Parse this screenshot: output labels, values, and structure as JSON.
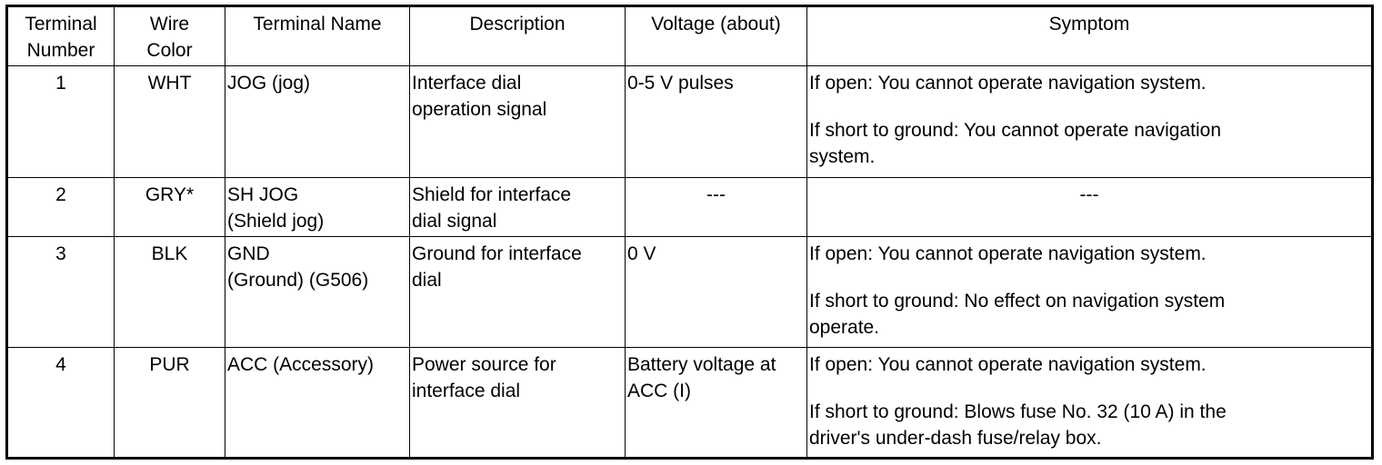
{
  "table": {
    "headers": [
      {
        "line1": "Terminal",
        "line2": "Number"
      },
      {
        "line1": "Wire",
        "line2": "Color"
      },
      {
        "line1": "Terminal Name",
        "line2": ""
      },
      {
        "line1": "Description",
        "line2": ""
      },
      {
        "line1": "Voltage (about)",
        "line2": ""
      },
      {
        "line1": "Symptom",
        "line2": ""
      }
    ],
    "rows": [
      {
        "number": "1",
        "color": "WHT",
        "name": [
          "JOG (jog)"
        ],
        "description": [
          "Interface dial",
          "operation signal"
        ],
        "voltage": [
          "0-5 V pulses"
        ],
        "symptom_center": "",
        "symptoms": [
          [
            "If open: You cannot operate navigation system."
          ],
          [
            "If short to ground: You cannot operate navigation",
            "system."
          ]
        ]
      },
      {
        "number": "2",
        "color": "GRY*",
        "name": [
          "SH JOG",
          "(Shield jog)"
        ],
        "description": [
          "Shield for interface",
          "dial signal"
        ],
        "voltage_center": "---",
        "symptom_center": "---",
        "symptoms": []
      },
      {
        "number": "3",
        "color": "BLK",
        "name": [
          "GND",
          "(Ground) (G506)"
        ],
        "description": [
          "Ground for interface",
          "dial"
        ],
        "voltage": [
          "0 V"
        ],
        "symptom_center": "",
        "symptoms": [
          [
            "If open: You cannot operate navigation system."
          ],
          [
            "If short to ground: No effect on navigation system",
            "operate."
          ]
        ]
      },
      {
        "number": "4",
        "color": "PUR",
        "name": [
          "ACC (Accessory)"
        ],
        "description": [
          "Power source for",
          "interface dial"
        ],
        "voltage": [
          "Battery voltage at",
          "ACC (I)"
        ],
        "symptom_center": "",
        "symptoms": [
          [
            "If open: You cannot operate navigation system."
          ],
          [
            "If short to ground: Blows fuse No. 32 (10 A) in the",
            "driver's under-dash fuse/relay box."
          ]
        ]
      }
    ]
  }
}
